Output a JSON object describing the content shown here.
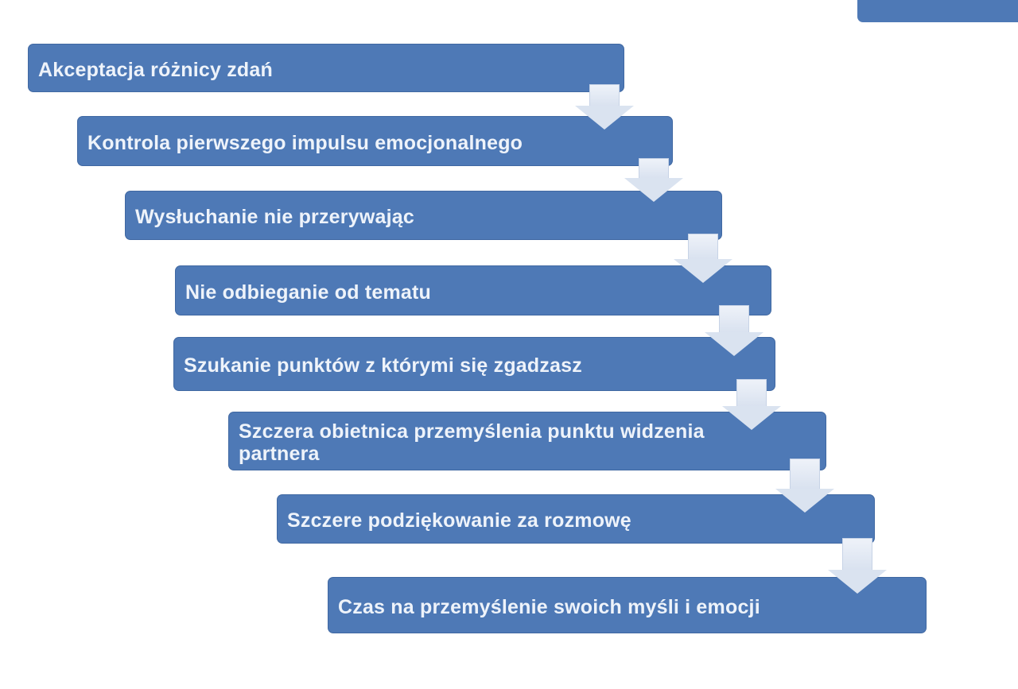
{
  "diagram": {
    "type": "cascading-step-process",
    "steps": [
      {
        "label": "Akceptacja różnicy zdań"
      },
      {
        "label": "Kontrola pierwszego impulsu emocjonalnego"
      },
      {
        "label": "Wysłuchanie nie przerywając"
      },
      {
        "label": "Nie odbieganie od tematu"
      },
      {
        "label": "Szukanie punktów z którymi się zgadzasz"
      },
      {
        "label": "Szczera obietnica przemyślenia punktu widzenia partnera"
      },
      {
        "label": "Szczere podziękowanie za rozmowę"
      },
      {
        "label": "Czas na przemyślenie swoich myśli i emocji"
      }
    ],
    "connector_icon": "down-arrow-icon",
    "colors": {
      "bar": "#4e79b6",
      "arrow": "#dae3f0",
      "text": "#eef3fa",
      "background": "#ffffff"
    }
  }
}
